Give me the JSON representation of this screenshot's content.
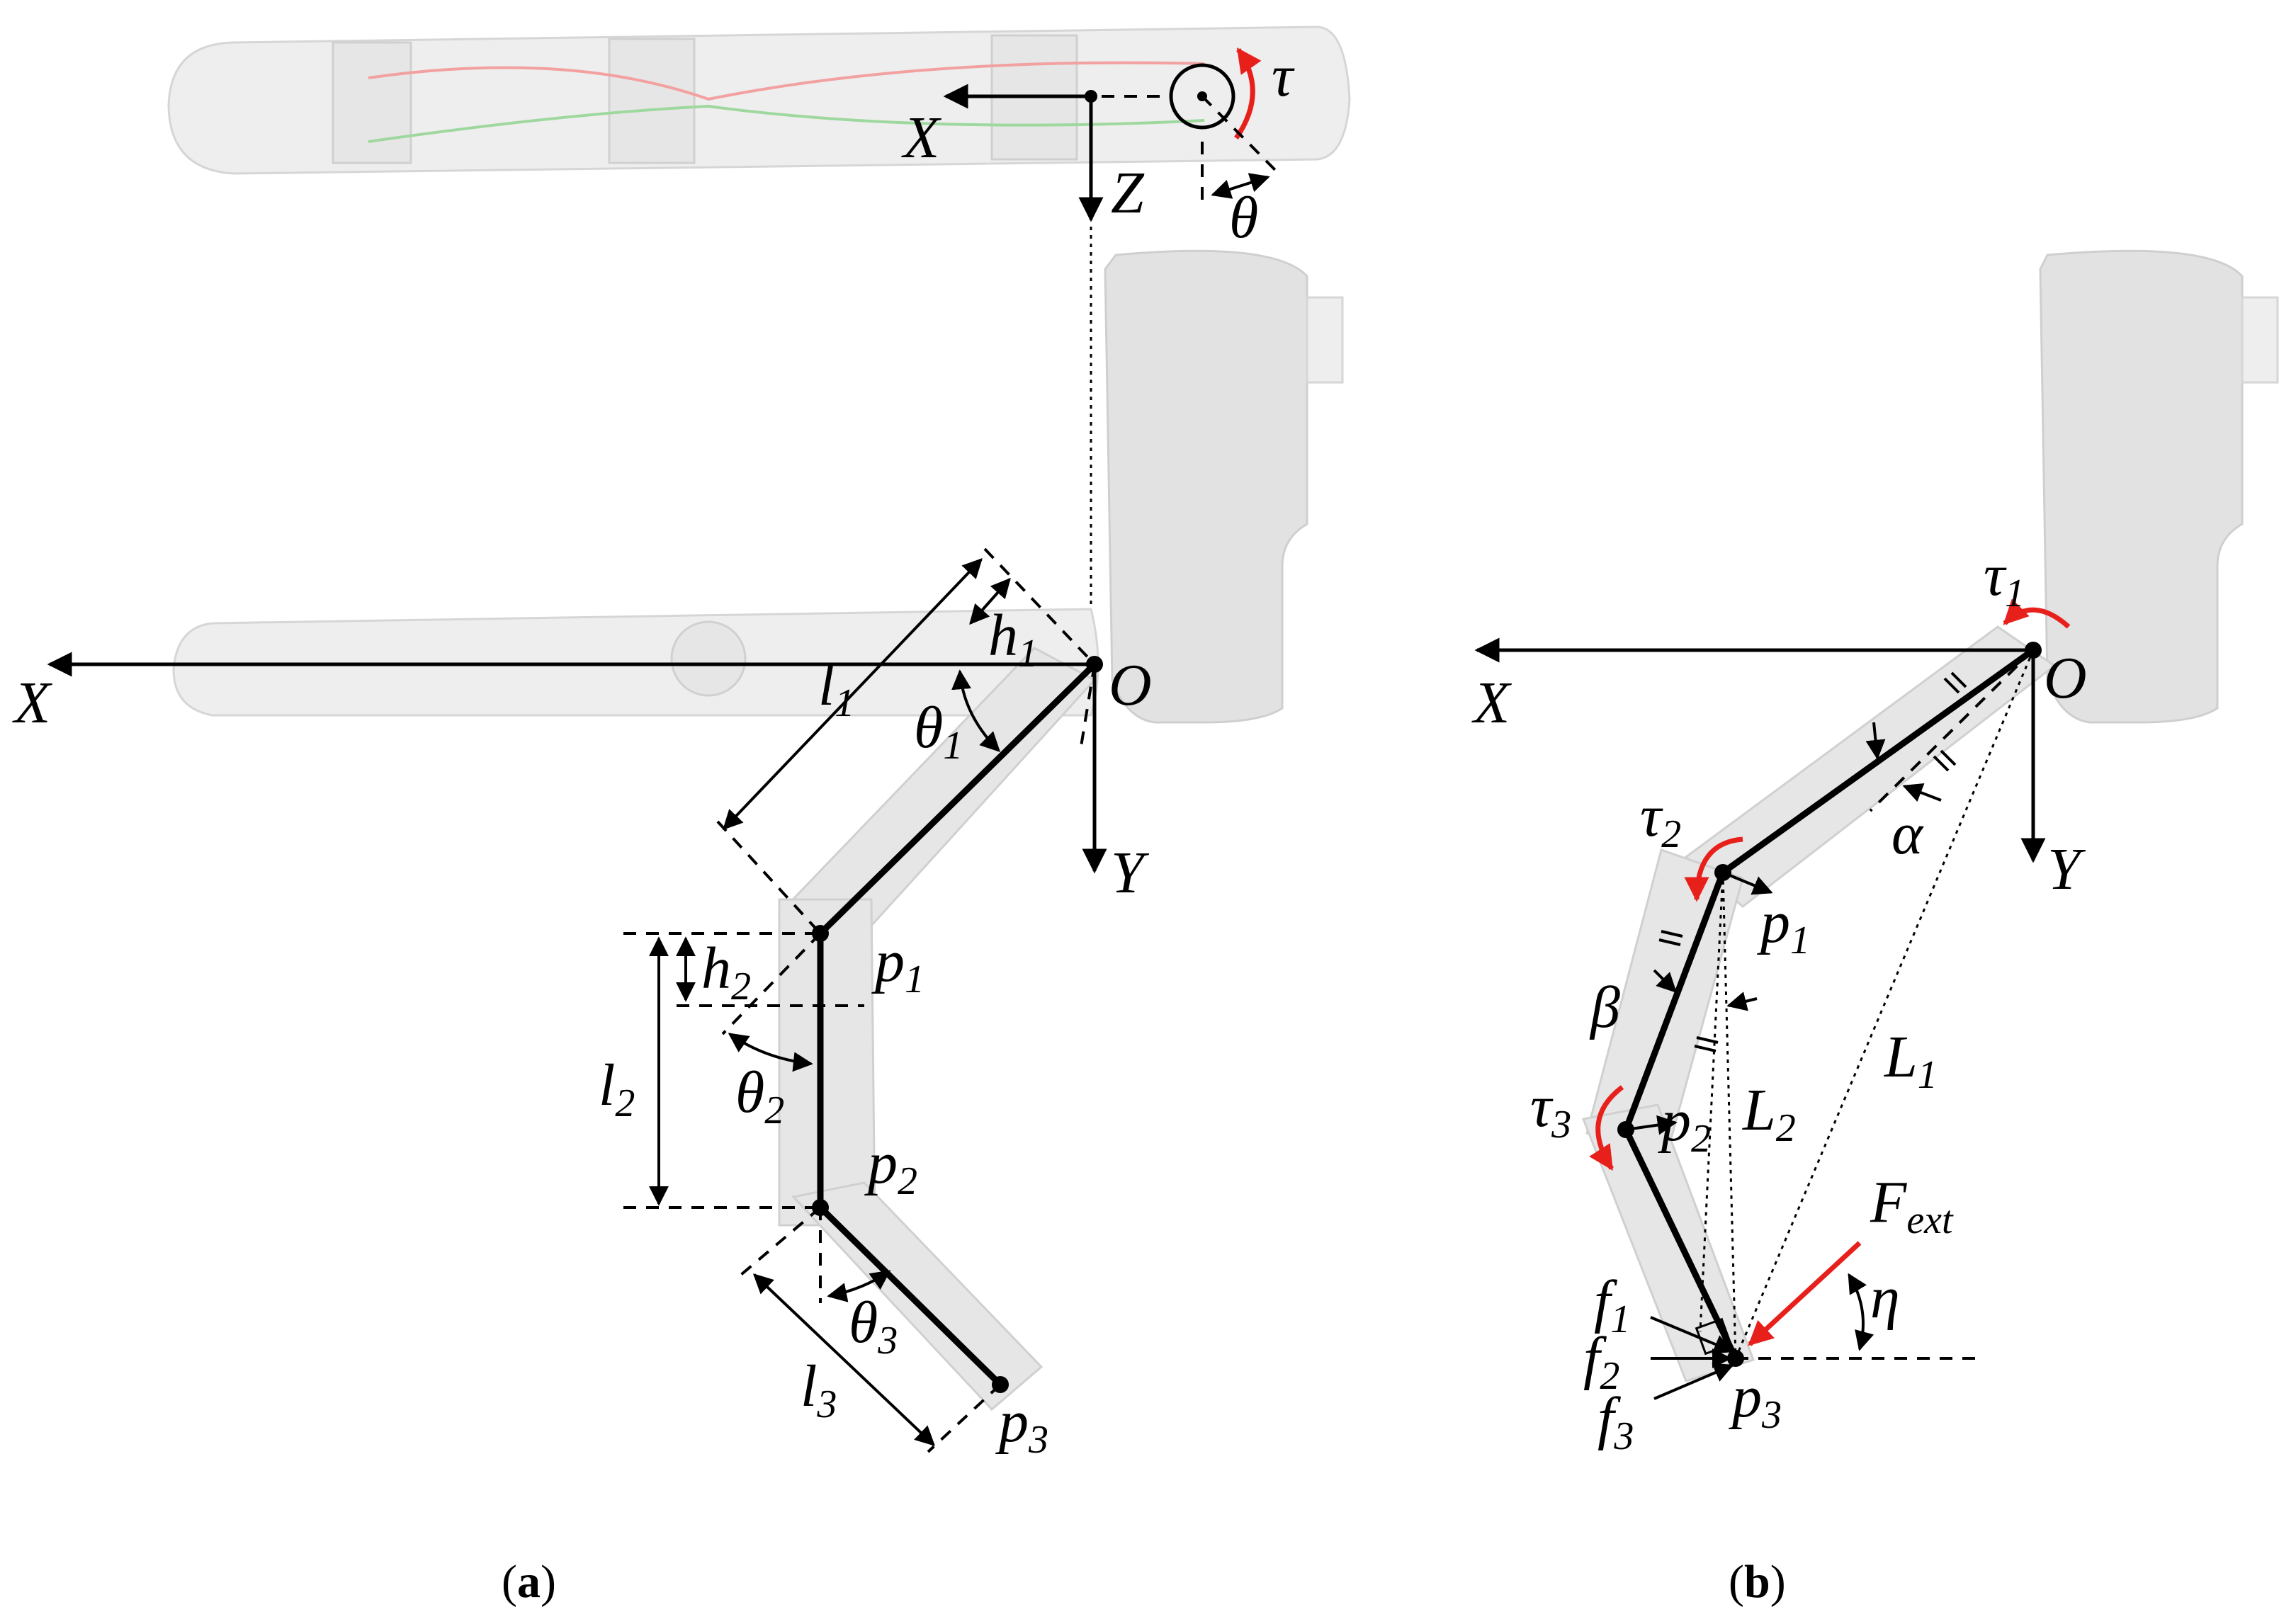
{
  "panel_a": {
    "caption_open": "(",
    "caption_letter": "a",
    "caption_close": ")",
    "top_view": {
      "x_axis": "X",
      "z_axis": "Z",
      "torque": "τ",
      "angle": "θ"
    },
    "side_view": {
      "x_axis": "X",
      "y_axis": "Y",
      "origin": "O",
      "l1": "l",
      "l1_sub": "1",
      "h1": "h",
      "h1_sub": "1",
      "theta1": "θ",
      "theta1_sub": "1",
      "p1": "p",
      "p1_sub": "1",
      "h2": "h",
      "h2_sub": "2",
      "l2": "l",
      "l2_sub": "2",
      "theta2": "θ",
      "theta2_sub": "2",
      "p2": "p",
      "p2_sub": "2",
      "theta3": "θ",
      "theta3_sub": "3",
      "l3": "l",
      "l3_sub": "3",
      "p3": "p",
      "p3_sub": "3"
    }
  },
  "panel_b": {
    "caption_open": "(",
    "caption_letter": "b",
    "caption_close": ")",
    "x_axis": "X",
    "y_axis": "Y",
    "origin": "O",
    "tau1": "τ",
    "tau1_sub": "1",
    "tau2": "τ",
    "tau2_sub": "2",
    "tau3": "τ",
    "tau3_sub": "3",
    "alpha": "α",
    "beta": "β",
    "p1": "p",
    "p1_sub": "1",
    "p2": "p",
    "p2_sub": "2",
    "p3": "p",
    "p3_sub": "3",
    "L1": "L",
    "L1_sub": "1",
    "L2": "L",
    "L2_sub": "2",
    "F": "F",
    "F_sub": "ext",
    "eta": "η",
    "f1": "f",
    "f1_sub": "1",
    "f2": "f",
    "f2_sub": "2",
    "f3": "f",
    "f3_sub": "3"
  },
  "colors": {
    "torque_arrow": "#e8201c",
    "finger_body": "#e6e6e6",
    "tendon_red": "#f2a0a0",
    "tendon_green": "#9fd89f"
  }
}
